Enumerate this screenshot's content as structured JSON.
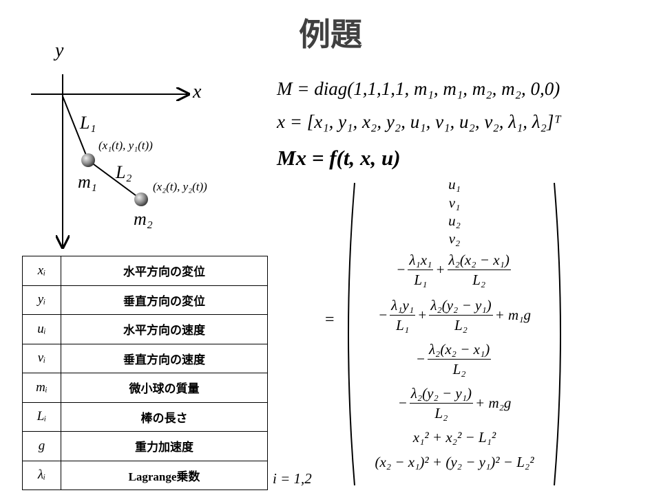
{
  "title": "例題",
  "diagram": {
    "y_axis": "y",
    "x_axis": "x",
    "L1": "L₁",
    "L2": "L₂",
    "m1": "m₁",
    "m2": "m₂",
    "pos1": "(x₁(t), y₁(t))",
    "pos2": "(x₂(t), y₂(t))"
  },
  "table": {
    "rows": [
      {
        "symbol": "xᵢ",
        "description": "水平方向の変位"
      },
      {
        "symbol": "yᵢ",
        "description": "垂直方向の変位"
      },
      {
        "symbol": "uᵢ",
        "description": "水平方向の速度"
      },
      {
        "symbol": "vᵢ",
        "description": "垂直方向の速度"
      },
      {
        "symbol": "mᵢ",
        "description": "微小球の質量"
      },
      {
        "symbol": "Lᵢ",
        "description": "棒の長さ"
      },
      {
        "symbol": "g",
        "description": "重力加速度"
      },
      {
        "symbol": "λᵢ",
        "description": "Lagrange乗数"
      }
    ],
    "index_note": "i = 1,2"
  },
  "equations": {
    "mass_matrix": "M = diag(1,1,1,1, m₁, m₁, m₂, m₂, 0,0)",
    "state_vector": "x = [x₁, y₁, x₂, y₂, u₁, v₁, u₂, v₂, λ₁, λ₂]ᵀ",
    "system": "Mx = f(t, x, u)",
    "equals": "=",
    "rhs": {
      "r1": "u₁",
      "r2": "v₁",
      "r3": "u₂",
      "r4": "v₂",
      "r5": {
        "minus": "−",
        "n1": "λ₁x₁",
        "d1": "L₁",
        "plus": "+",
        "n2": "λ₂(x₂ − x₁)",
        "d2": "L₂"
      },
      "r6": {
        "minus": "−",
        "n1": "λ₁y₁",
        "d1": "L₁",
        "plus": "+",
        "n2": "λ₂(y₂ − y₁)",
        "d2": "L₂",
        "tail": "+ m₁g"
      },
      "r7": {
        "minus": "−",
        "n1": "λ₂(x₂ − x₁)",
        "d1": "L₂"
      },
      "r8": {
        "minus": "−",
        "n1": "λ₂(y₂ − y₁)",
        "d1": "L₂",
        "tail": "+ m₂g"
      },
      "r9": "x₁² + x₂² − L₁²",
      "r10": "(x₂ − x₁)² + (y₂ − y₁)² − L₂²"
    }
  }
}
